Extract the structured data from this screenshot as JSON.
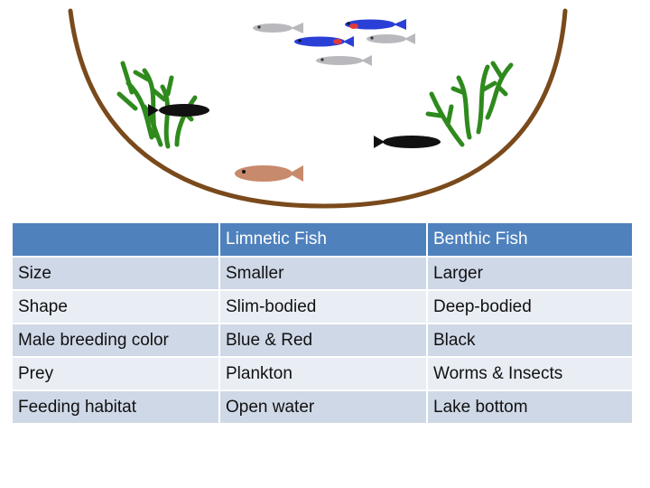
{
  "colors": {
    "basin": "#7a4a1c",
    "plant": "#2f8a1e",
    "limnetic_blue": "#2a3fd6",
    "limnetic_red": "#e23a3a",
    "limnetic_grey": "#b9b9bd",
    "benthic_black": "#111111",
    "female_brown": "#c88a6c",
    "header_bg": "#4f81bd",
    "row_odd": "#cfd8e7",
    "row_even": "#e9edf4"
  },
  "table": {
    "headers": [
      "",
      "Limnetic Fish",
      "Benthic Fish"
    ],
    "rows": [
      [
        "Size",
        "Smaller",
        "Larger"
      ],
      [
        "Shape",
        "Slim-bodied",
        "Deep-bodied"
      ],
      [
        "Male breeding color",
        "Blue & Red",
        "Black"
      ],
      [
        "Prey",
        "Plankton",
        "Worms & Insects"
      ],
      [
        "Feeding habitat",
        "Open water",
        "Lake bottom"
      ]
    ]
  }
}
